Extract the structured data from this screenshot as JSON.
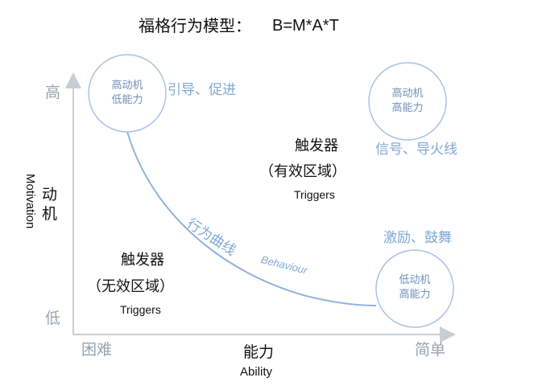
{
  "title": "福格行为模型：",
  "formula": "B=M*A*T",
  "y_axis": {
    "label_cn": "动机",
    "label_en": "Motivation",
    "high": "高",
    "low": "低"
  },
  "x_axis": {
    "label_cn": "能力",
    "label_en": "Ability",
    "hard": "困难",
    "easy": "简单"
  },
  "circles": {
    "top_left": {
      "line1": "高动机",
      "line2": "低能力",
      "side_label": "引导、促进"
    },
    "top_right": {
      "line1": "高动机",
      "line2": "高能力",
      "side_label": "信号、导火线"
    },
    "bottom_right": {
      "line1": "低动机",
      "line2": "高能力",
      "side_label": "激励、鼓舞"
    }
  },
  "zone_effective": {
    "line1": "触发器",
    "line2": "（有效区域）",
    "line3": "Triggers"
  },
  "zone_ineffective": {
    "line1": "触发器",
    "line2": "（无效区域）",
    "line3": "Triggers"
  },
  "curve": {
    "label_cn": "行为曲线",
    "label_en": "Behaviour"
  },
  "colors": {
    "accent": "#7fa7d6",
    "axis": "#c9ced4",
    "text": "#111111",
    "muted": "#9aa3ad"
  }
}
